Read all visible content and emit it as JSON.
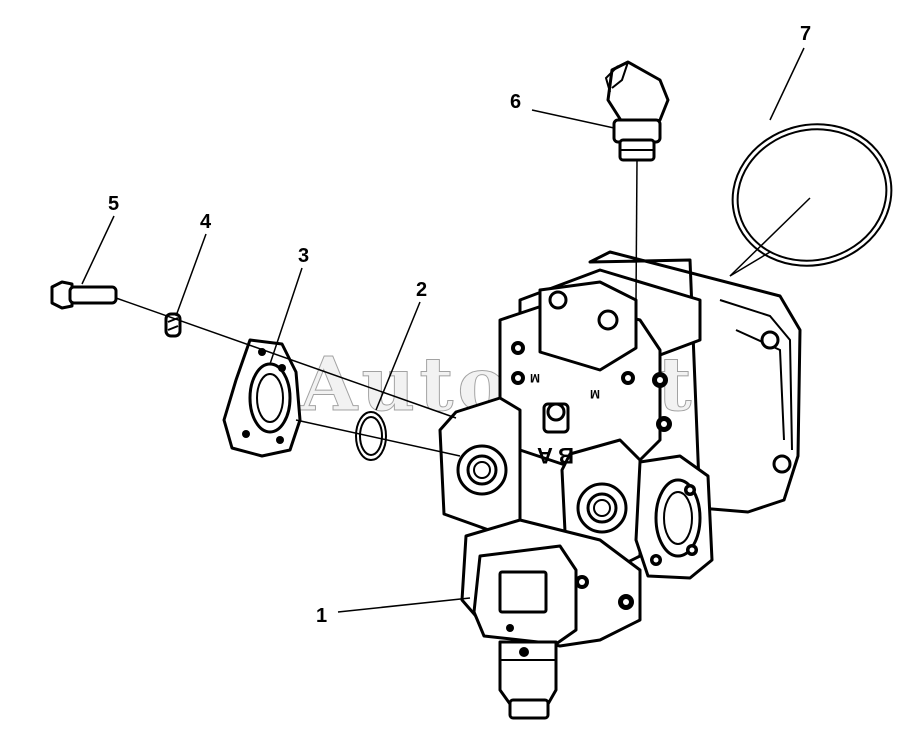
{
  "diagram": {
    "watermark": "AutoSoft",
    "housing_stamps": [
      "B A",
      "M",
      "M"
    ],
    "callouts": [
      {
        "id": "1",
        "label": "1"
      },
      {
        "id": "2",
        "label": "2"
      },
      {
        "id": "3",
        "label": "3"
      },
      {
        "id": "4",
        "label": "4"
      },
      {
        "id": "5",
        "label": "5"
      },
      {
        "id": "6",
        "label": "6"
      },
      {
        "id": "7",
        "label": "7"
      }
    ]
  }
}
